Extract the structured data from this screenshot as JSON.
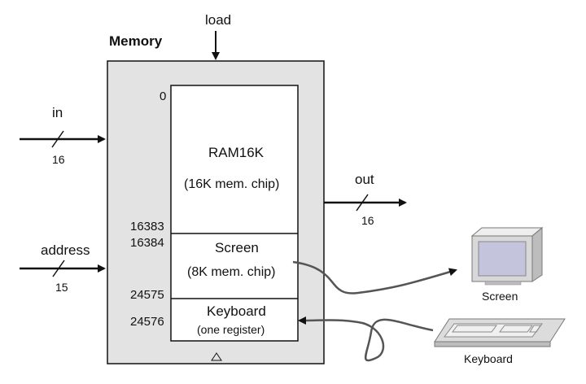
{
  "memory": {
    "title": "Memory",
    "load_label": "load",
    "colors": {
      "outer_fill": "#e3e3e3",
      "chip_fill": "#ffffff",
      "stroke": "#111111"
    }
  },
  "inputs": [
    {
      "name": "in",
      "width": "16"
    },
    {
      "name": "address",
      "width": "15"
    }
  ],
  "output": {
    "name": "out",
    "width": "16"
  },
  "map": [
    {
      "start": "0",
      "end": "16383",
      "title": "RAM16K",
      "subtitle": "(16K mem. chip)"
    },
    {
      "start": "16384",
      "end": "24575",
      "title": "Screen",
      "subtitle": "(8K mem. chip)"
    },
    {
      "start": "24576",
      "end": "",
      "title": "Keyboard",
      "subtitle": "(one register)"
    }
  ],
  "devices": {
    "screen_label": "Screen",
    "keyboard_label": "Keyboard",
    "colors": {
      "monitor_body": "#d8d8d8",
      "monitor_screen": "#c4c4dc",
      "keyboard_body": "#dcdcdc"
    }
  }
}
